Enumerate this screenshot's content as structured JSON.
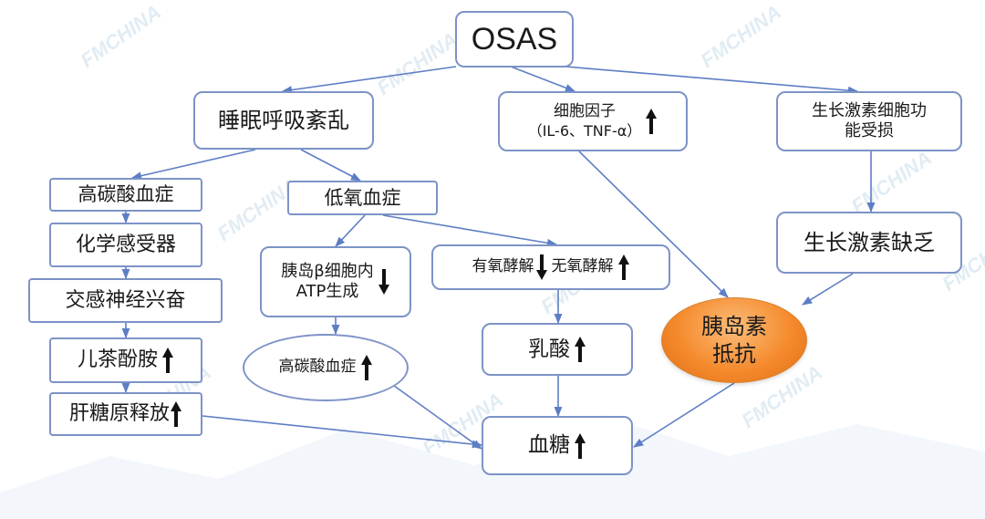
{
  "nodes": {
    "osas": "OSAS",
    "sleep": "睡眠呼吸紊乱",
    "cytokine_l1": "细胞因子",
    "cytokine_l2": "（IL-6、TNF-α）",
    "gh_l1": "生长激素细胞功",
    "gh_l2": "能受损",
    "hypercap1": "高碳酸血症",
    "hypoxia": "低氧血症",
    "chemo": "化学感受器",
    "sympathetic": "交感神经兴奋",
    "catechol": "儿茶酚胺",
    "glycogen": "肝糖原释放",
    "islet_l1": "胰岛β细胞内",
    "islet_l2": "ATP生成",
    "hypercap2": "高碳酸血症",
    "aerobic": "有氧酵解",
    "anaerobic": "无氧酵解",
    "lactate": "乳酸",
    "gh_def": "生长激素缺乏",
    "ir_l1": "胰岛素",
    "ir_l2": "抵抗",
    "glucose": "血糖"
  },
  "colors": {
    "box_border": "#7d93c7",
    "edge": "#5d7ec4",
    "orange_fill": "#f58b2e",
    "watermark": "#c9ddea"
  },
  "watermark": "FMCHINA"
}
